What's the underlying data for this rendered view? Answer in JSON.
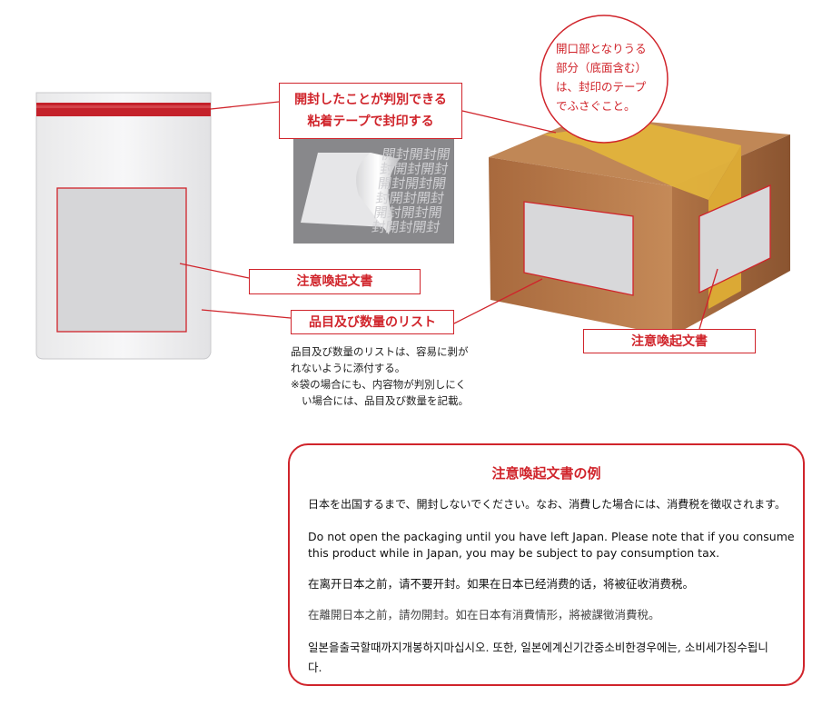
{
  "callouts": {
    "seal_tape": [
      "開封したことが判別できる",
      "粘着テープで封印する"
    ],
    "notice_doc_bag": "注意喚起文書",
    "item_list": "品目及び数量のリスト",
    "notice_doc_box": "注意喚起文書"
  },
  "seal_pattern_text": "開封開封開封開封開封開封開封開封開封開封開封開封開封開封開封開封開封開封開封開封",
  "note": {
    "line1": "品目及び数量のリストは、容易に剥が",
    "line2": "れないように添付する。",
    "line3": "※袋の場合にも、内容物が判別しにく",
    "line4": "い場合には、品目及び数量を記載。"
  },
  "circle_note": [
    "開口部となりうる",
    "部分（底面含む）",
    "は、封印のテープ",
    "でふさぐこと。"
  ],
  "example": {
    "title": "注意喚起文書の例",
    "japanese": "日本を出国するまで、開封しないでください。なお、消費した場合には、消費税を徴収されます。",
    "english": "Do not open the packaging until you have left Japan. Please note that if you consume this product while in Japan, you may be subject to pay consumption tax.",
    "chinese_simplified": "在离开日本之前，请不要开封。如果在日本已经消费的话，将被征收消费税。",
    "chinese_traditional": "在離開日本之前，請勿開封。如在日本有消費情形，將被課徵消費稅。",
    "korean": "일본을출국할때까지개봉하지마십시오. 또한, 일본에계신기간중소비한경우에는, 소비세가징수됩니다."
  },
  "colors": {
    "accent": "#d0242b",
    "cardboard": "#b9794a",
    "tape": "#e2b33c"
  }
}
